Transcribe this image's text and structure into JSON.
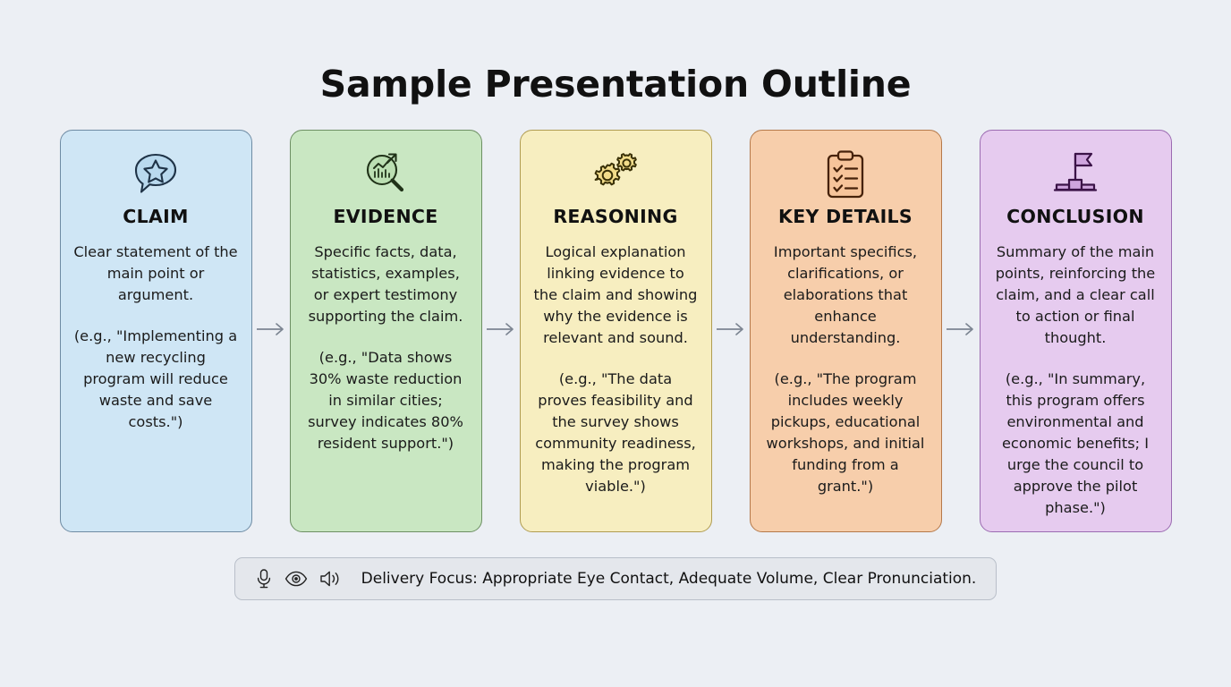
{
  "header": {
    "title": "Sample Presentation Outline"
  },
  "cards": [
    {
      "id": "claim",
      "icon": "speech-bubble-star-icon",
      "title": "CLAIM",
      "description": "Clear statement of the main point or argument.",
      "example": "(e.g., \"Implementing a new recycling program will reduce waste and save costs.\")",
      "fill": "#cfe6f5",
      "stroke": "#6e8ba3",
      "icon_fill": "#b9d9ee",
      "icon_stroke": "#1f3347"
    },
    {
      "id": "evidence",
      "icon": "magnifier-chart-icon",
      "title": "EVIDENCE",
      "description": "Specific facts, data, statistics, examples, or expert testimony supporting the claim.",
      "example": "(e.g., \"Data shows 30% waste reduction in similar cities; survey indicates 80% resident support.\")",
      "fill": "#c9e7c2",
      "stroke": "#6d8f63",
      "icon_fill": "#bbdfb2",
      "icon_stroke": "#203218"
    },
    {
      "id": "reasoning",
      "icon": "gears-icon",
      "title": "REASONING",
      "description": "Logical explanation linking evidence to the claim and showing why the evidence is relevant and sound.",
      "example": "(e.g., \"The data proves feasibility and the survey shows community readiness, making the program viable.\")",
      "fill": "#f7eec0",
      "stroke": "#b09c51",
      "icon_fill": "#f2dc8a",
      "icon_stroke": "#3a3108"
    },
    {
      "id": "key-details",
      "icon": "clipboard-checklist-icon",
      "title": "KEY DETAILS",
      "description": "Important specifics, clarifications, or elaborations that enhance understanding.",
      "example": "(e.g., \"The program includes weekly pickups, educational workshops, and initial funding from a grant.\")",
      "fill": "#f7ceab",
      "stroke": "#b5794a",
      "icon_fill": "#f6c49a",
      "icon_stroke": "#46220a"
    },
    {
      "id": "conclusion",
      "icon": "podium-flag-icon",
      "title": "CONCLUSION",
      "description": "Summary of the main points, reinforcing the claim, and a clear call to action or final thought.",
      "example": "(e.g., \"In summary, this program offers environmental and economic benefits; I urge the council to approve the pilot phase.\")",
      "fill": "#e6cbef",
      "stroke": "#9b6bb1",
      "icon_fill": "#cfa5de",
      "icon_stroke": "#3b1347"
    }
  ],
  "connectors": {
    "icon": "arrow-right-icon",
    "color": "#7c8592",
    "count": 4
  },
  "footer": {
    "icons": [
      "microphone-icon",
      "eye-icon",
      "speaker-volume-icon"
    ],
    "text": "Delivery Focus: Appropriate Eye Contact, Adequate Volume, Clear Pronunciation.",
    "background": "#e4e7ec",
    "border": "#b9bfc9"
  },
  "page": {
    "background": "#eceff4"
  }
}
